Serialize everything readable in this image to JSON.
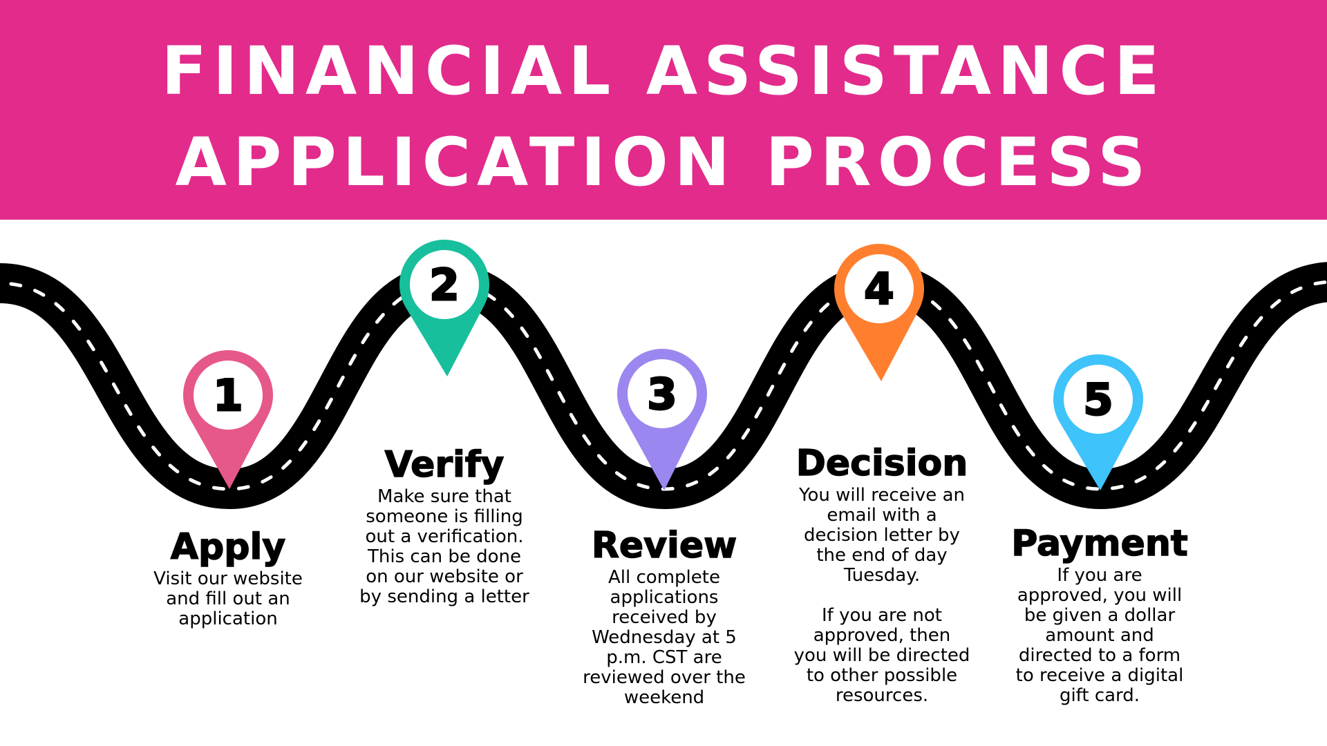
{
  "header": {
    "title_line1": "FINANCIAL ASSISTANCE",
    "title_line2": "APPLICATION PROCESS",
    "background_color": "#E22B8A"
  },
  "road": {
    "color": "#000000",
    "lane_marking_color": "#ffffff"
  },
  "steps": [
    {
      "number": "1",
      "title": "Apply",
      "body": "Visit our website\nand fill out an\napplication",
      "pin_color": "#E6578A",
      "icon": "map-pin-icon"
    },
    {
      "number": "2",
      "title": "Verify",
      "body": "Make sure that\nsomeone is filling\nout a verification.\nThis can be done\non our website or\nby sending a letter",
      "pin_color": "#17BF9C",
      "icon": "map-pin-icon"
    },
    {
      "number": "3",
      "title": "Review",
      "body": "All complete\napplications\nreceived by\nWednesday at 5\np.m. CST are\nreviewed over the\nweekend",
      "pin_color": "#9C87F0",
      "icon": "map-pin-icon"
    },
    {
      "number": "4",
      "title": "Decision",
      "body": "You will receive an\nemail with a\ndecision letter by\nthe end of day\nTuesday.\n\nIf you are not\napproved, then\nyou will be directed\nto other possible\nresources.",
      "pin_color": "#FF7F2F",
      "icon": "map-pin-icon"
    },
    {
      "number": "5",
      "title": "Payment",
      "body": "If you are\napproved, you will\nbe given a dollar\namount and\ndirected to a form\nto receive a digital\ngift card.",
      "pin_color": "#3EC3FA",
      "icon": "map-pin-icon"
    }
  ]
}
